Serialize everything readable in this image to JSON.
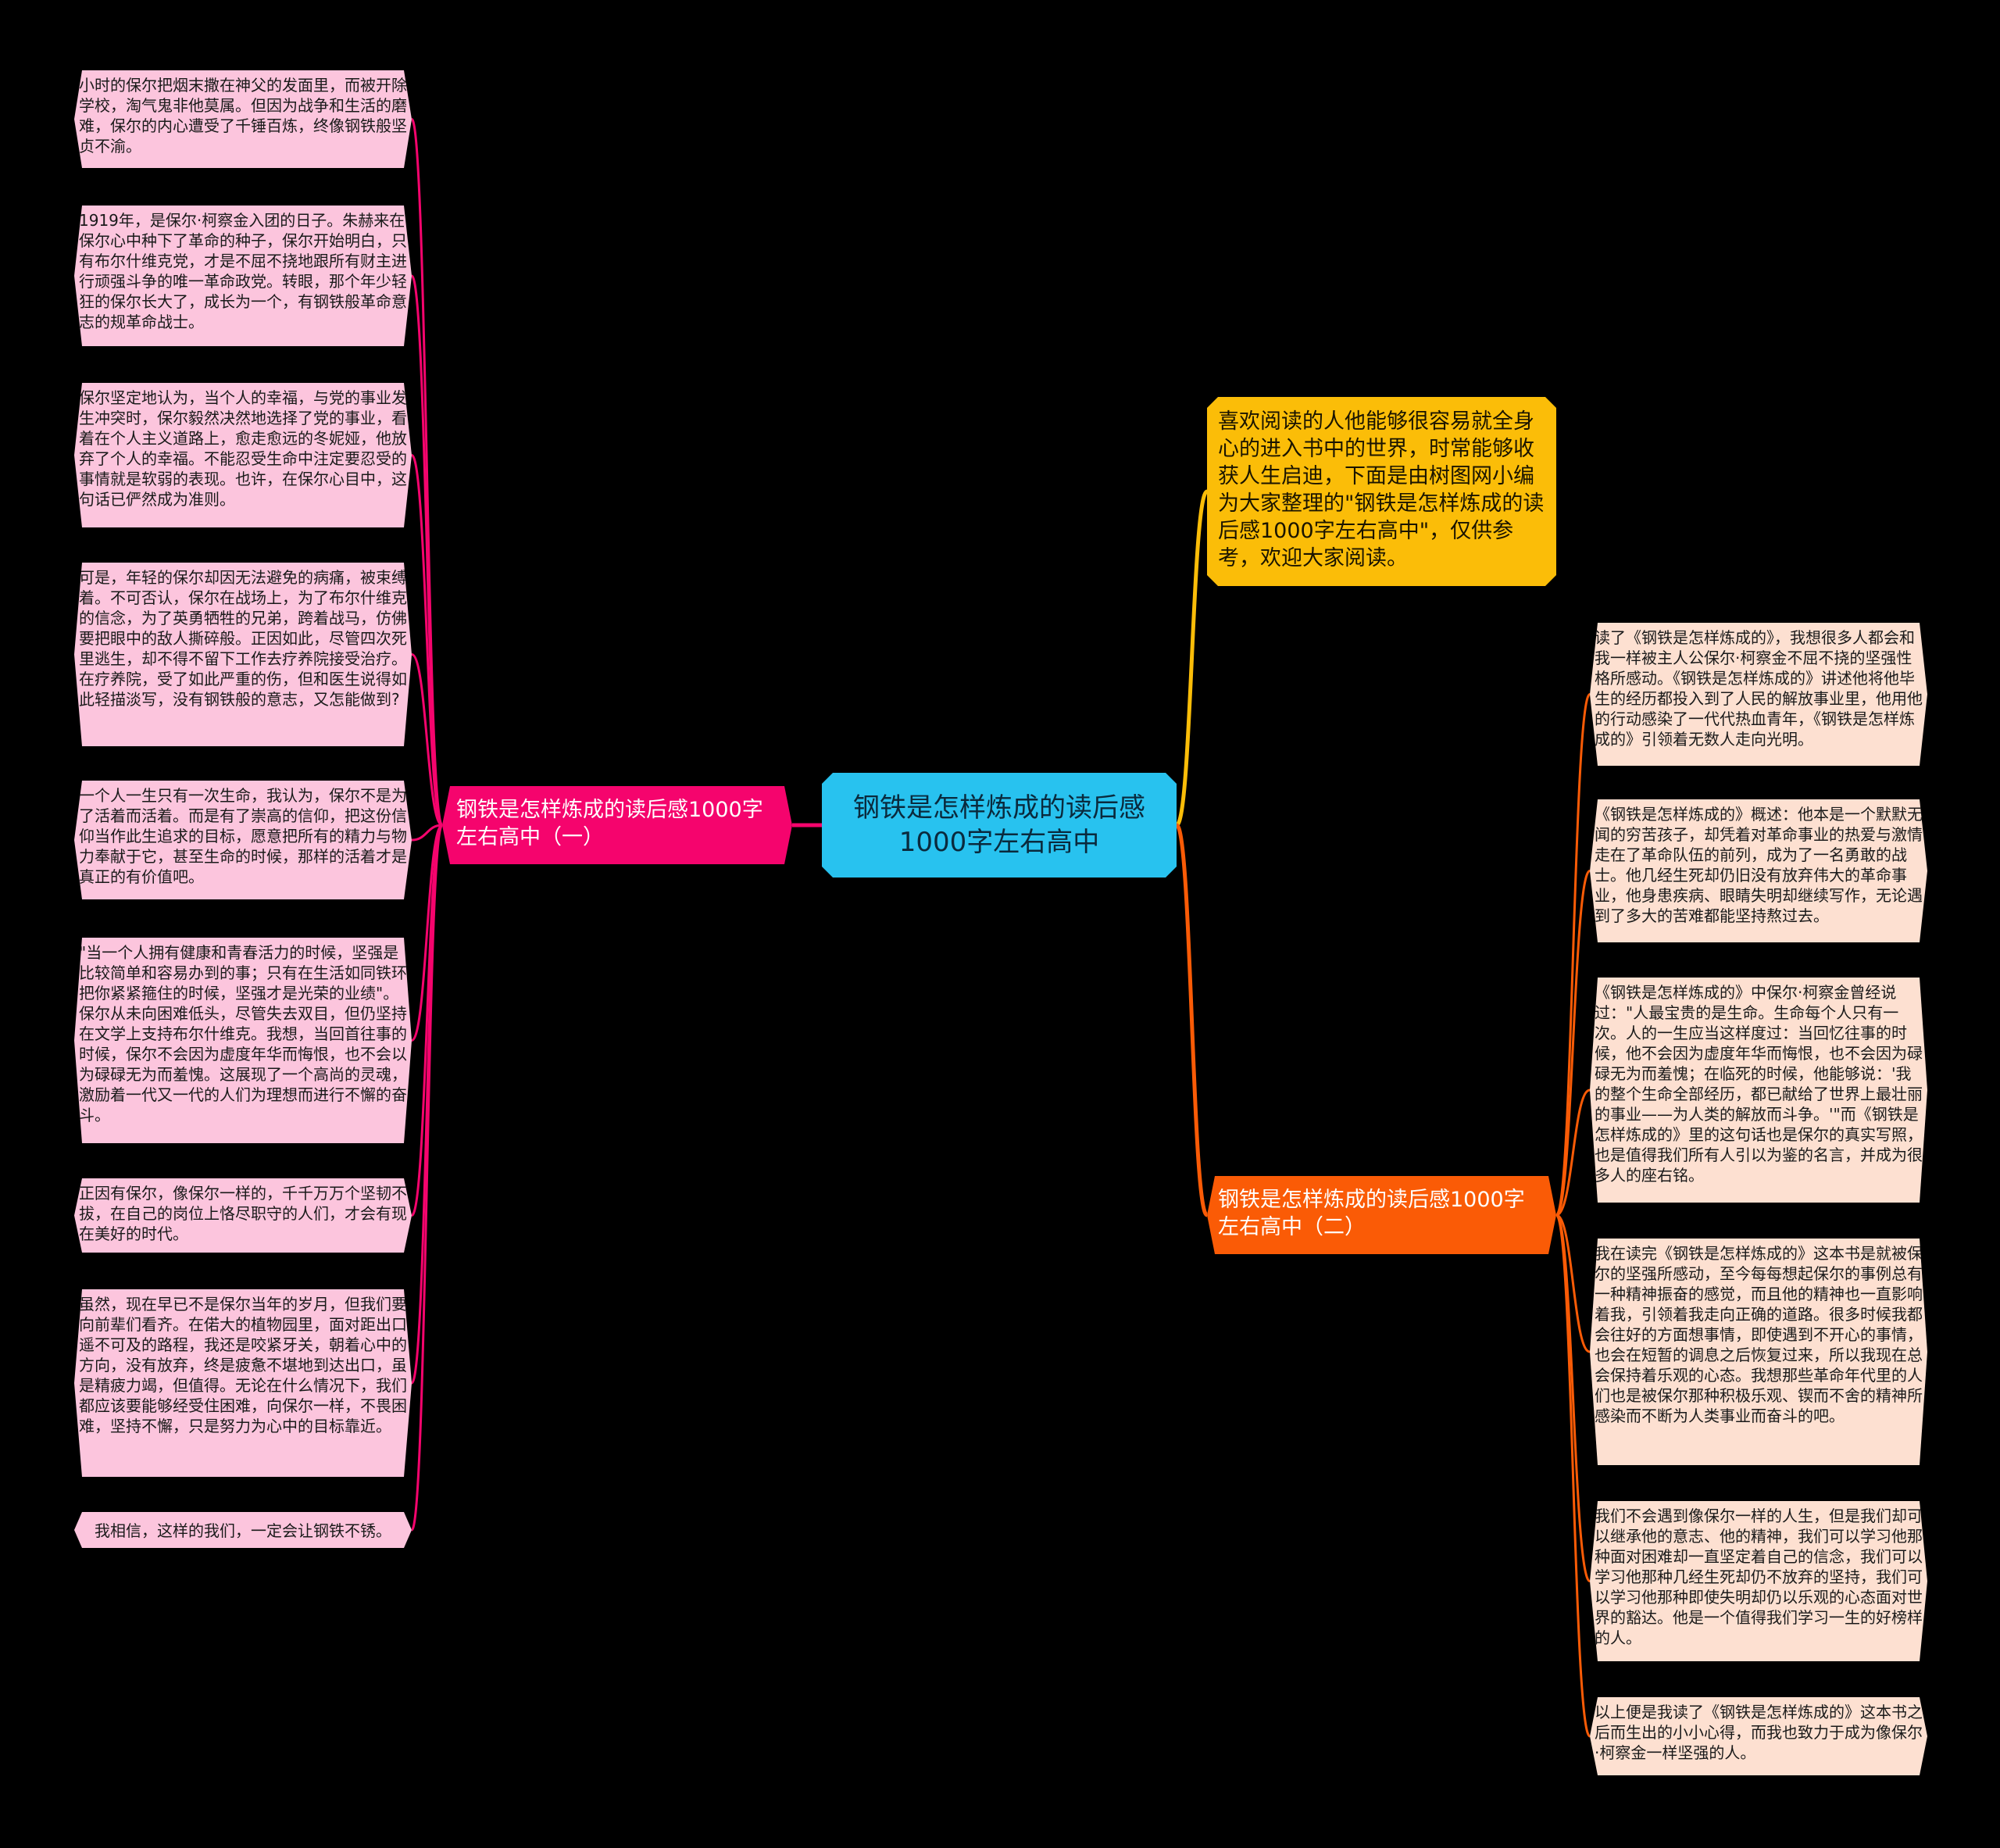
{
  "central": {
    "title": "钢铁是怎样炼成的读后感1000字左右高中"
  },
  "intro": {
    "text": "喜欢阅读的人他能够很容易就全身心的进入书中的世界，时常能够收获人生启迪，下面是由树图网小编为大家整理的\"钢铁是怎样炼成的读后感1000字左右高中\"，仅供参考，欢迎大家阅读。"
  },
  "branch_1": {
    "title": "钢铁是怎样炼成的读后感1000字左右高中（一）",
    "leaves": [
      "小时的保尔把烟末撒在神父的发面里，而被开除学校，淘气鬼非他莫属。但因为战争和生活的磨难，保尔的内心遭受了千锤百炼，终像钢铁般坚贞不渝。",
      "1919年，是保尔·柯察金入团的日子。朱赫来在保尔心中种下了革命的种子，保尔开始明白，只有布尔什维克党，才是不屈不挠地跟所有财主进行顽强斗争的唯一革命政党。转眼，那个年少轻狂的保尔长大了，成长为一个，有钢铁般革命意志的规革命战士。",
      "保尔坚定地认为，当个人的幸福，与党的事业发生冲突时，保尔毅然决然地选择了党的事业，看着在个人主义道路上，愈走愈远的冬妮娅，他放弃了个人的幸福。不能忍受生命中注定要忍受的事情就是软弱的表现。也许，在保尔心目中，这句话已俨然成为准则。",
      "可是，年轻的保尔却因无法避免的病痛，被束缚着。不可否认，保尔在战场上，为了布尔什维克的信念，为了英勇牺牲的兄弟，跨着战马，仿佛要把眼中的敌人撕碎般。正因如此，尽管四次死里逃生，却不得不留下工作去疗养院接受治疗。在疗养院，受了如此严重的伤，但和医生说得如此轻描淡写，没有钢铁般的意志，又怎能做到?",
      "一个人一生只有一次生命，我认为，保尔不是为了活着而活着。而是有了崇高的信仰，把这份信仰当作此生追求的目标，愿意把所有的精力与物力奉献于它，甚至生命的时候，那样的活着才是真正的有价值吧。",
      "\"当一个人拥有健康和青春活力的时候，坚强是比较简单和容易办到的事；只有在生活如同铁环把你紧紧箍住的时候，坚强才是光荣的业绩\"。保尔从未向困难低头，尽管失去双目，但仍坚持在文学上支持布尔什维克。我想，当回首往事的时候，保尔不会因为虚度年华而悔恨，也不会以为碌碌无为而羞愧。这展现了一个高尚的灵魂，激励着一代又一代的人们为理想而进行不懈的奋斗。",
      "正因有保尔，像保尔一样的，千千万万个坚韧不拔，在自己的岗位上恪尽职守的人们，才会有现在美好的时代。",
      "虽然，现在早已不是保尔当年的岁月，但我们要向前辈们看齐。在偌大的植物园里，面对距出口遥不可及的路程，我还是咬紧牙关，朝着心中的方向，没有放弃，终是疲惫不堪地到达出口，虽是精疲力竭，但值得。无论在什么情况下，我们都应该要能够经受住困难，向保尔一样，不畏困难，坚持不懈，只是努力为心中的目标靠近。",
      "我相信，这样的我们，一定会让钢铁不锈。"
    ]
  },
  "branch_2": {
    "title": "钢铁是怎样炼成的读后感1000字左右高中（二）",
    "leaves": [
      "读了《钢铁是怎样炼成的》，我想很多人都会和我一样被主人公保尔·柯察金不屈不挠的坚强性格所感动。《钢铁是怎样炼成的》讲述他将他毕生的经历都投入到了人民的解放事业里，他用他的行动感染了一代代热血青年，《钢铁是怎样炼成的》引领着无数人走向光明。",
      "《钢铁是怎样炼成的》概述：他本是一个默默无闻的穷苦孩子，却凭着对革命事业的热爱与激情走在了革命队伍的前列，成为了一名勇敢的战士。他几经生死却仍旧没有放弃伟大的革命事业，他身患疾病、眼睛失明却继续写作，无论遇到了多大的苦难都能坚持熬过去。",
      "《钢铁是怎样炼成的》中保尔·柯察金曾经说过：\"人最宝贵的是生命。生命每个人只有一次。人的一生应当这样度过：当回忆往事的时候，他不会因为虚度年华而悔恨，也不会因为碌碌无为而羞愧；在临死的时候，他能够说：'我的整个生命全部经历，都已献给了世界上最壮丽的事业——为人类的解放而斗争。'\"而《钢铁是怎样炼成的》里的这句话也是保尔的真实写照，也是值得我们所有人引以为鉴的名言，并成为很多人的座右铭。",
      "我在读完《钢铁是怎样炼成的》这本书是就被保尔的坚强所感动，至今每每想起保尔的事例总有一种精神振奋的感觉，而且他的精神也一直影响着我，引领着我走向正确的道路。很多时候我都会往好的方面想事情，即使遇到不开心的事情，也会在短暂的调息之后恢复过来，所以我现在总会保持着乐观的心态。我想那些革命年代里的人们也是被保尔那种积极乐观、锲而不舍的精神所感染而不断为人类事业而奋斗的吧。",
      "我们不会遇到像保尔一样的人生，但是我们却可以继承他的意志、他的精神，我们可以学习他那种面对困难却一直坚定着自己的信念，我们可以学习他那种几经生死却仍不放弃的坚持，我们可以学习他那种即使失明却仍以乐观的心态面对世界的豁达。他是一个值得我们学习一生的好榜样的人。",
      "以上便是我读了《钢铁是怎样炼成的》这本书之后而生出的小小心得，而我也致力于成为像保尔·柯察金一样坚强的人。"
    ]
  },
  "colors": {
    "background": "#000000",
    "central": "#28c2ef",
    "intro": "#fbbd08",
    "branch_1": "#f5046d",
    "branch_2": "#fa5b06",
    "leaf_left": "#fcc5dd",
    "leaf_right": "#fde0d1"
  }
}
